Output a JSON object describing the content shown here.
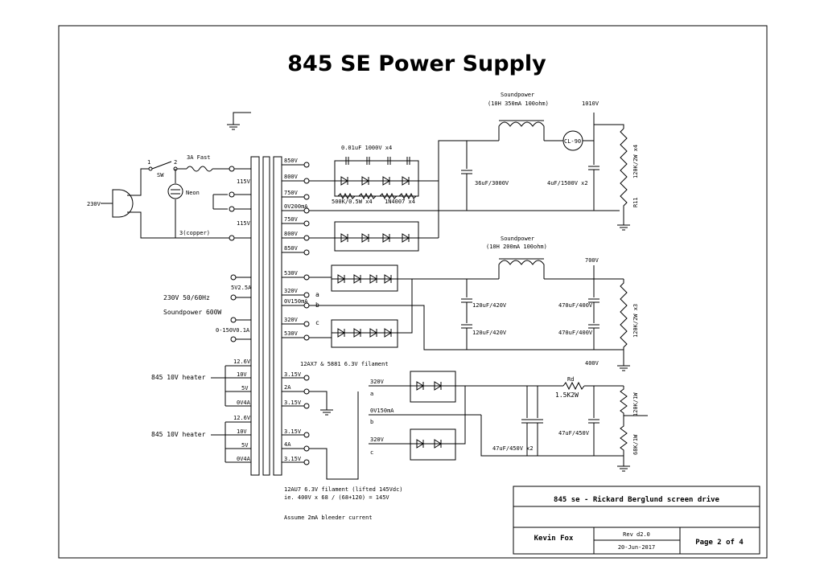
{
  "title": "845 SE Power Supply",
  "mains": {
    "voltage": "230V",
    "switch_label": "SW",
    "pin1": "1",
    "pin2": "2",
    "pin3": "3(copper)",
    "fuse": "3A Fast",
    "neon": "Neon",
    "primary_tap1": "115V",
    "primary_tap2": "115V"
  },
  "transformer": {
    "rating1": "230V 50/60Hz",
    "rating2": "Soundpower 600W",
    "left_taps": [
      "5V2.5A",
      "0-150V0.1A",
      "12.6V",
      "10V",
      "5V",
      "0V4A",
      "12.6V",
      "10V",
      "5V",
      "0V4A"
    ],
    "heater_label": "845 10V heater",
    "hv_taps_top": [
      "850V",
      "800V",
      "750V",
      "0V200mA"
    ],
    "hv_taps_bottom": [
      "750V",
      "800V",
      "850V"
    ],
    "mid_taps": [
      "530V",
      "320V",
      "0V150mA",
      "320V",
      "530V"
    ],
    "mid_letters": [
      "a",
      "b",
      "c"
    ],
    "fil_taps_top": [
      "3.15V",
      "2A",
      "3.15V"
    ],
    "fil_taps_bottom": [
      "3.15V",
      "4A",
      "3.15V"
    ]
  },
  "hv_section": {
    "cap_bridge": "0.01uF 1000V x4",
    "resistors": "500K/0.5W x4",
    "diodes": "1N4007 x4",
    "choke_name": "Soundpower",
    "choke_spec": "(10H 350mA 100ohm)",
    "output": "1010V",
    "cl90": "CL-90",
    "cap1": "36uF/3000V",
    "cap2": "4uF/1500V x2",
    "bleeder": "120K/2W x4",
    "bleeder_ref": "R11"
  },
  "mid_section": {
    "choke_name": "Soundpower",
    "choke_spec": "(10H 200mA 100ohm)",
    "output": "700V",
    "cap_left": [
      "120uF/420V",
      "120uF/420V"
    ],
    "cap_right": [
      "470uF/400V",
      "470uF/400V"
    ],
    "bleeder": "120K/2W x3",
    "lower_rail": "400V",
    "filament_note": "12AX7 & 5881 6.3V filament"
  },
  "screen_section": {
    "in_a": "320V",
    "in_a_letter": "a",
    "in_b": "0V150mA",
    "in_b_letter": "b",
    "in_c": "320V",
    "in_c_letter": "c",
    "rd_ref": "Rd",
    "rd_val": "1.5K2W",
    "cap_pair": "47uF/450V x2",
    "cap_out": "47uF/450V",
    "r_top": "120K/1W",
    "r_bot": "68K/1W"
  },
  "notes": [
    "12AU7 6.3V filament (lifted 145Vdc)",
    "ie. 400V x 68 / (68+120) = 145V",
    "Assume 2mA bleeder current"
  ],
  "title_block": {
    "project": "845 se - Rickard Berglund screen drive",
    "author": "Kevin Fox",
    "revision": "Rev d2.0",
    "date": "20-Jun-2017",
    "page": "Page 2 of 4"
  }
}
